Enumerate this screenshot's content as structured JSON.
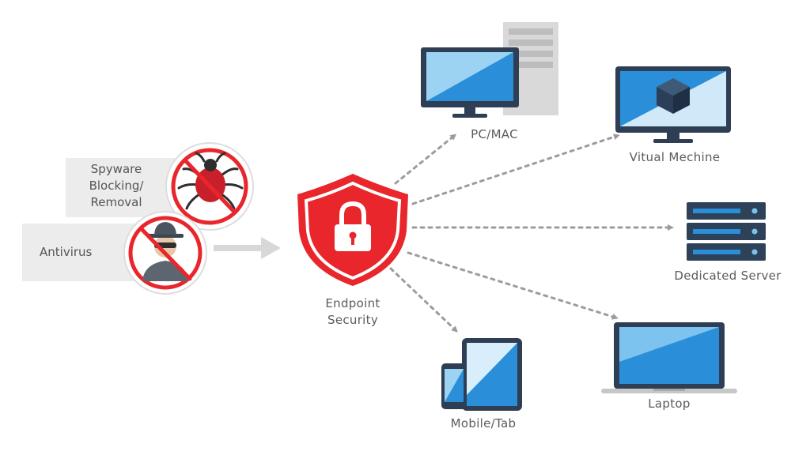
{
  "center": {
    "label_line1": "Endpoint",
    "label_line2": "Security"
  },
  "threats": {
    "spyware": {
      "line1": "Spyware",
      "line2": "Blocking/",
      "line3": "Removal"
    },
    "antivirus": {
      "label": "Antivirus"
    }
  },
  "devices": {
    "pc": {
      "label": "PC/MAC"
    },
    "vm": {
      "label": "Vitual Mechine"
    },
    "server": {
      "label": "Dedicated Server"
    },
    "laptop": {
      "label": "Laptop"
    },
    "mobile": {
      "label": "Mobile/Tab"
    }
  },
  "colors": {
    "shield": "#e8262b",
    "screen_blue": "#1e8cd6",
    "device_dark": "#2e3f55",
    "server_dark": "#2d4258",
    "threat_bg": "#ececec"
  }
}
